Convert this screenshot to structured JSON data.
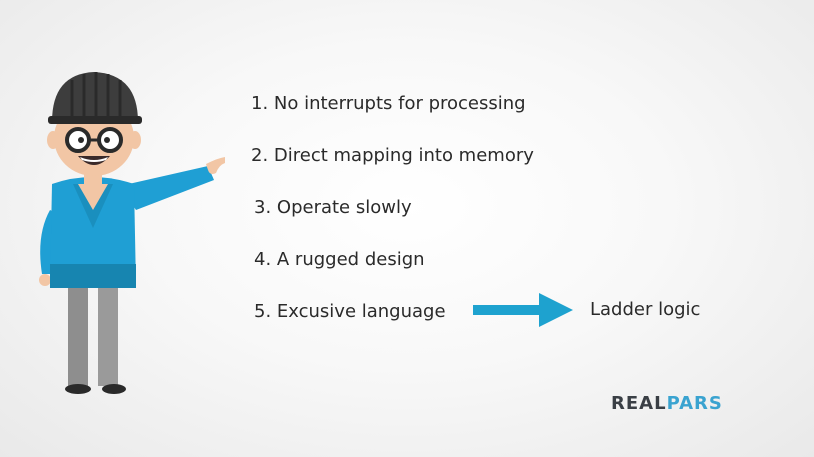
{
  "items": [
    "1. No interrupts for processing",
    "2. Direct mapping into memory",
    "3. Operate slowly",
    "4. A rugged design",
    "5. Excusive language"
  ],
  "arrow_target": "Ladder logic",
  "logo": {
    "part1": "REAL",
    "part2": "PARS"
  },
  "colors": {
    "accent": "#1ea2cf",
    "text": "#2a2a2a",
    "logo_dark": "#3a3f45",
    "logo_blue": "#3aa3d0"
  },
  "icons": [
    "character-illustration",
    "arrow-right-icon"
  ]
}
